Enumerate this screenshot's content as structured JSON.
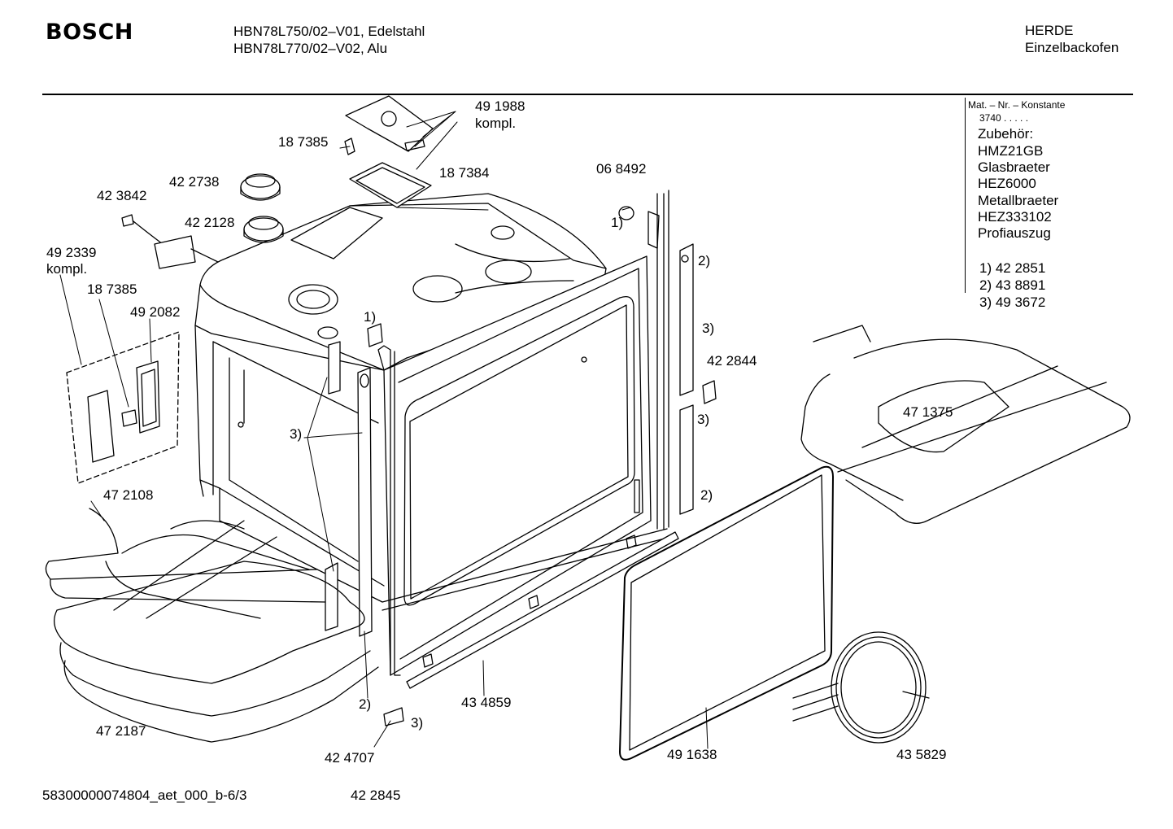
{
  "header": {
    "brand": "BOSCH",
    "models": [
      "HBN78L750/02–V01, Edelstahl",
      "HBN78L770/02–V02, Alu"
    ],
    "category": [
      "HERDE",
      "Einzelbackofen"
    ]
  },
  "info_panel": {
    "mat_label": "Mat. – Nr. – Konstante",
    "mat_value": "3740  .  .  .  .  .",
    "accessories_title": "Zubehör:",
    "accessories": [
      "HMZ21GB",
      "Glasbraeter",
      "HEZ6000",
      "Metallbraeter",
      "HEZ333102",
      "Profiauszug"
    ],
    "references": [
      "1) 42 2851",
      "2) 43 8891",
      "3) 49 3672"
    ]
  },
  "part_labels": [
    {
      "id": "p1",
      "text": "49 1988"
    },
    {
      "id": "p2",
      "text": "kompl."
    },
    {
      "id": "p3",
      "text": "18 7385"
    },
    {
      "id": "p4",
      "text": "18 7384"
    },
    {
      "id": "p5",
      "text": "42 2738"
    },
    {
      "id": "p6",
      "text": "42 3842"
    },
    {
      "id": "p7",
      "text": "42 2128"
    },
    {
      "id": "p8",
      "text": "06 8492"
    },
    {
      "id": "p9",
      "text": "1)"
    },
    {
      "id": "p10",
      "text": "2)"
    },
    {
      "id": "p11",
      "text": "49 2339"
    },
    {
      "id": "p12",
      "text": "kompl."
    },
    {
      "id": "p13",
      "text": "18 7385"
    },
    {
      "id": "p14",
      "text": "49 2082"
    },
    {
      "id": "p15",
      "text": "1)"
    },
    {
      "id": "p16",
      "text": "3)"
    },
    {
      "id": "p17",
      "text": "42 2844"
    },
    {
      "id": "p18",
      "text": "3)"
    },
    {
      "id": "p19",
      "text": "3)"
    },
    {
      "id": "p20",
      "text": "47 1375"
    },
    {
      "id": "p21",
      "text": "2)"
    },
    {
      "id": "p22",
      "text": "47 2108"
    },
    {
      "id": "p23",
      "text": "2)"
    },
    {
      "id": "p24",
      "text": "43 4859"
    },
    {
      "id": "p25",
      "text": "3)"
    },
    {
      "id": "p26",
      "text": "47 2187"
    },
    {
      "id": "p27",
      "text": "42 4707"
    },
    {
      "id": "p28",
      "text": "49 1638"
    },
    {
      "id": "p29",
      "text": "43 5829"
    }
  ],
  "footer": {
    "doc_id": "58300000074804_aet_000_b-6/3",
    "number": "42 2845"
  }
}
